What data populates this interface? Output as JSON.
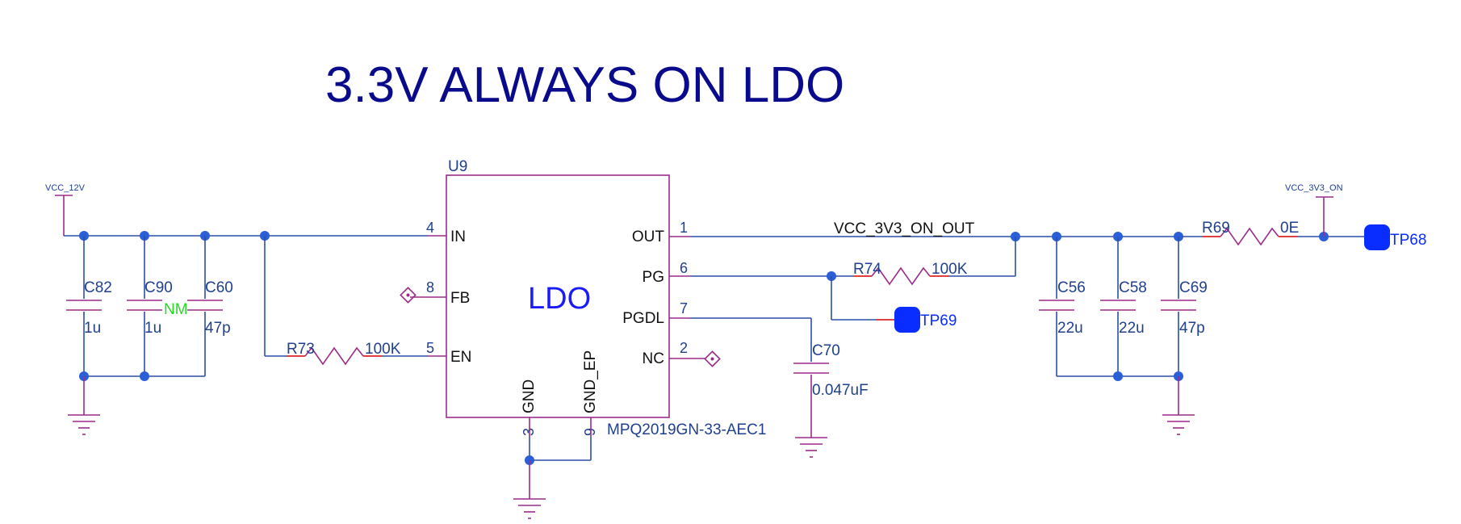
{
  "title": "3.3V ALWAYS ON LDO",
  "colors": {
    "title": "#0a0a8c",
    "wire": "#2a4fa8",
    "symbol": "#9b2c8a",
    "text": "#1f3f8f",
    "ic_label": "#1a1aff",
    "nm": "#22dd22",
    "testpoint": "#0a2dff"
  },
  "power_nets": {
    "input": "VCC_12V",
    "output": "VCC_3V3_ON"
  },
  "net_label": "VCC_3V3_ON_OUT",
  "ic": {
    "refdes": "U9",
    "label": "LDO",
    "part": "MPQ2019GN-33-AEC1",
    "pins": [
      {
        "num": "4",
        "name": "IN"
      },
      {
        "num": "8",
        "name": "FB"
      },
      {
        "num": "5",
        "name": "EN"
      },
      {
        "num": "1",
        "name": "OUT"
      },
      {
        "num": "6",
        "name": "PG"
      },
      {
        "num": "7",
        "name": "PGDL"
      },
      {
        "num": "2",
        "name": "NC"
      },
      {
        "num": "3",
        "name": "GND"
      },
      {
        "num": "9",
        "name": "GND_EP"
      }
    ]
  },
  "capacitors": [
    {
      "ref": "C82",
      "value": "1u"
    },
    {
      "ref": "C90",
      "value": "1u",
      "note": "NM"
    },
    {
      "ref": "C60",
      "value": "47p"
    },
    {
      "ref": "C70",
      "value": "0.047uF"
    },
    {
      "ref": "C56",
      "value": "22u"
    },
    {
      "ref": "C58",
      "value": "22u"
    },
    {
      "ref": "C69",
      "value": "47p"
    }
  ],
  "resistors": [
    {
      "ref": "R73",
      "value": "100K"
    },
    {
      "ref": "R74",
      "value": "100K"
    },
    {
      "ref": "R69",
      "value": "0E"
    }
  ],
  "testpoints": [
    {
      "ref": "TP68"
    },
    {
      "ref": "TP69"
    }
  ]
}
